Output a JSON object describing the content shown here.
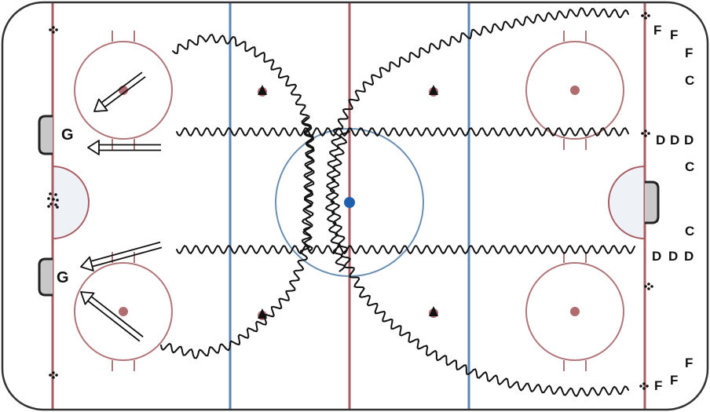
{
  "colors": {
    "board": "#333333",
    "red_line": "#a85e62",
    "blue_line": "#5a85b4",
    "circle": "#b07679",
    "faceoff_dot": "#b06d70",
    "center_circle": "#6b8fb3",
    "center_dot": "#1f5fad",
    "crease_fill": "#eef2f7",
    "net": "#c8c8c8",
    "skate_path": "#111111"
  },
  "labels": {
    "goalie_top": "G",
    "goalie_bottom": "G",
    "f1": "F",
    "f2": "F",
    "f3": "F",
    "c1": "C",
    "d1": "D",
    "d2": "D",
    "d3": "D",
    "c2": "C",
    "c3": "C",
    "d4": "D",
    "d5": "D",
    "d6": "D",
    "f4": "F",
    "f5": "F",
    "f6": "F"
  },
  "icons": [
    "faceoff-dot-icon",
    "cone-icon",
    "puck-pile-icon",
    "pass-arrow-icon",
    "skate-path-icon"
  ]
}
